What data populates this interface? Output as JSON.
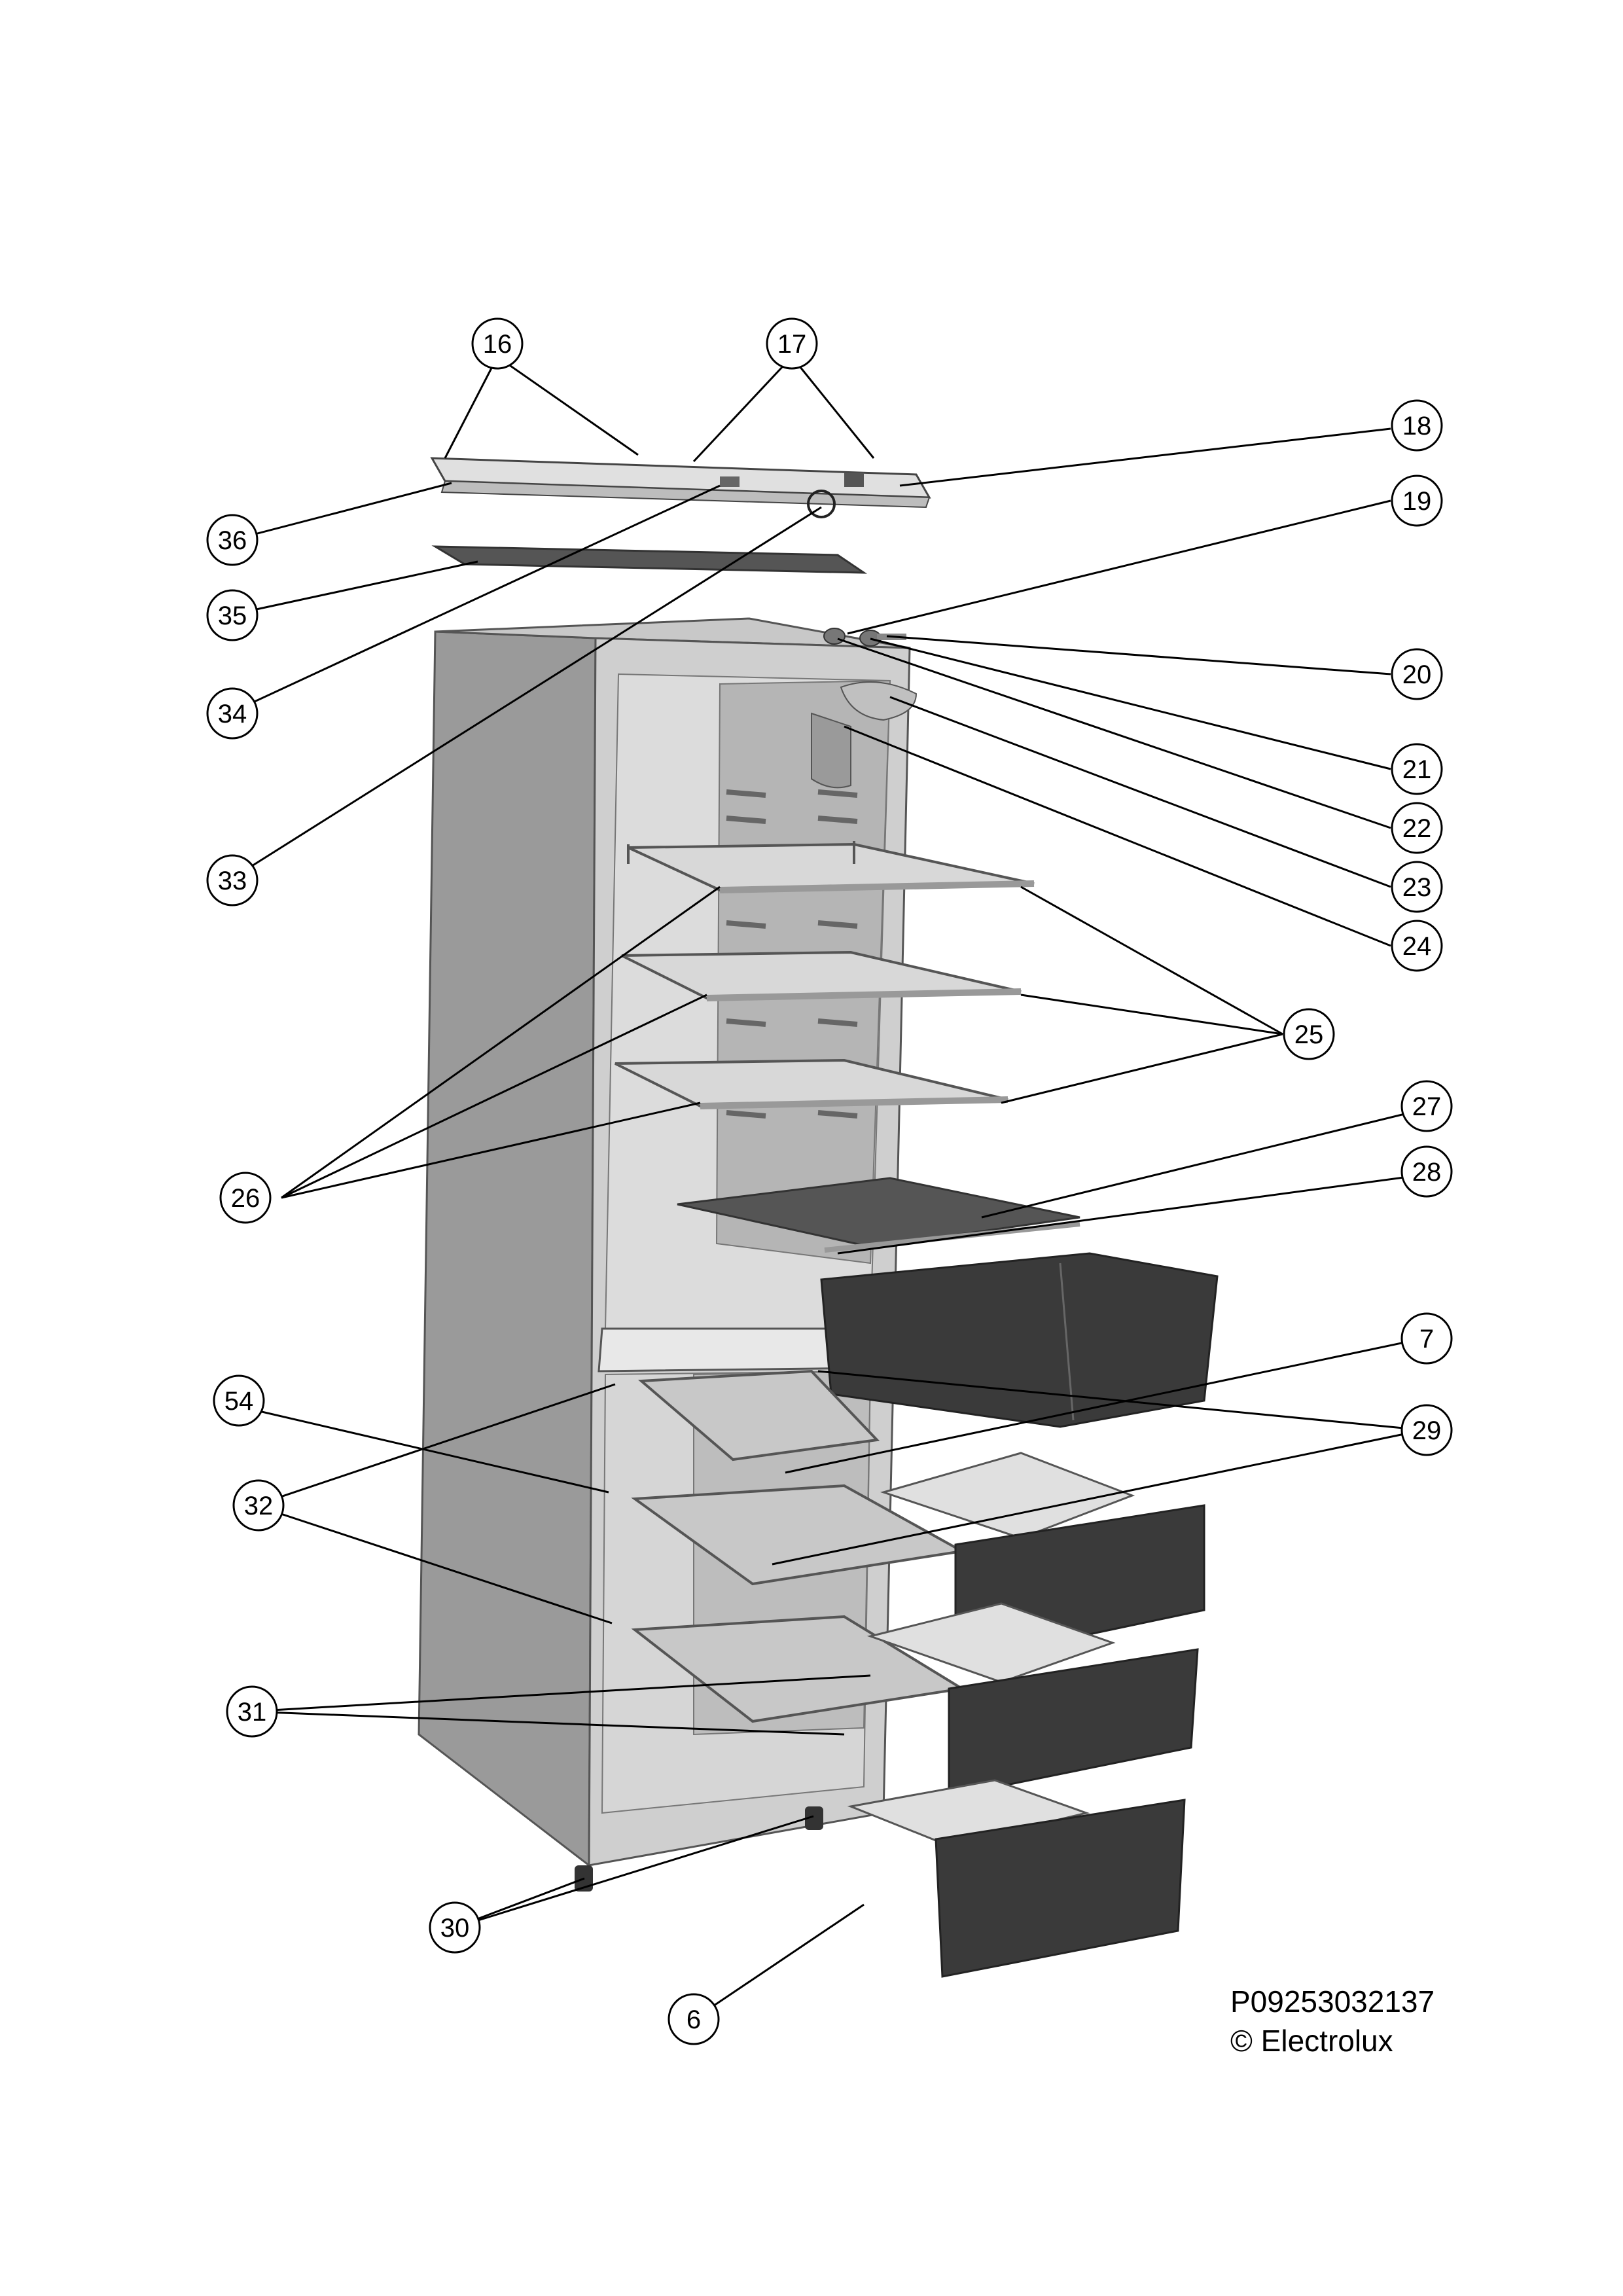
{
  "callouts": [
    {
      "label": "16"
    },
    {
      "label": "17"
    },
    {
      "label": "18"
    },
    {
      "label": "19"
    },
    {
      "label": "20"
    },
    {
      "label": "21"
    },
    {
      "label": "22"
    },
    {
      "label": "23"
    },
    {
      "label": "24"
    },
    {
      "label": "25"
    },
    {
      "label": "26"
    },
    {
      "label": "27"
    },
    {
      "label": "28"
    },
    {
      "label": "7"
    },
    {
      "label": "29"
    },
    {
      "label": "54"
    },
    {
      "label": "32"
    },
    {
      "label": "31"
    },
    {
      "label": "30"
    },
    {
      "label": "6"
    },
    {
      "label": "36"
    },
    {
      "label": "35"
    },
    {
      "label": "34"
    },
    {
      "label": "33"
    }
  ],
  "footer": {
    "part_number": "P09253032137",
    "copyright": "© Electrolux"
  },
  "colors": {
    "cabinet_side": "#9a9a9a",
    "cabinet_interior": "#dcdcdc",
    "drawer_dark": "#3a3a3a",
    "line": "#000000"
  }
}
